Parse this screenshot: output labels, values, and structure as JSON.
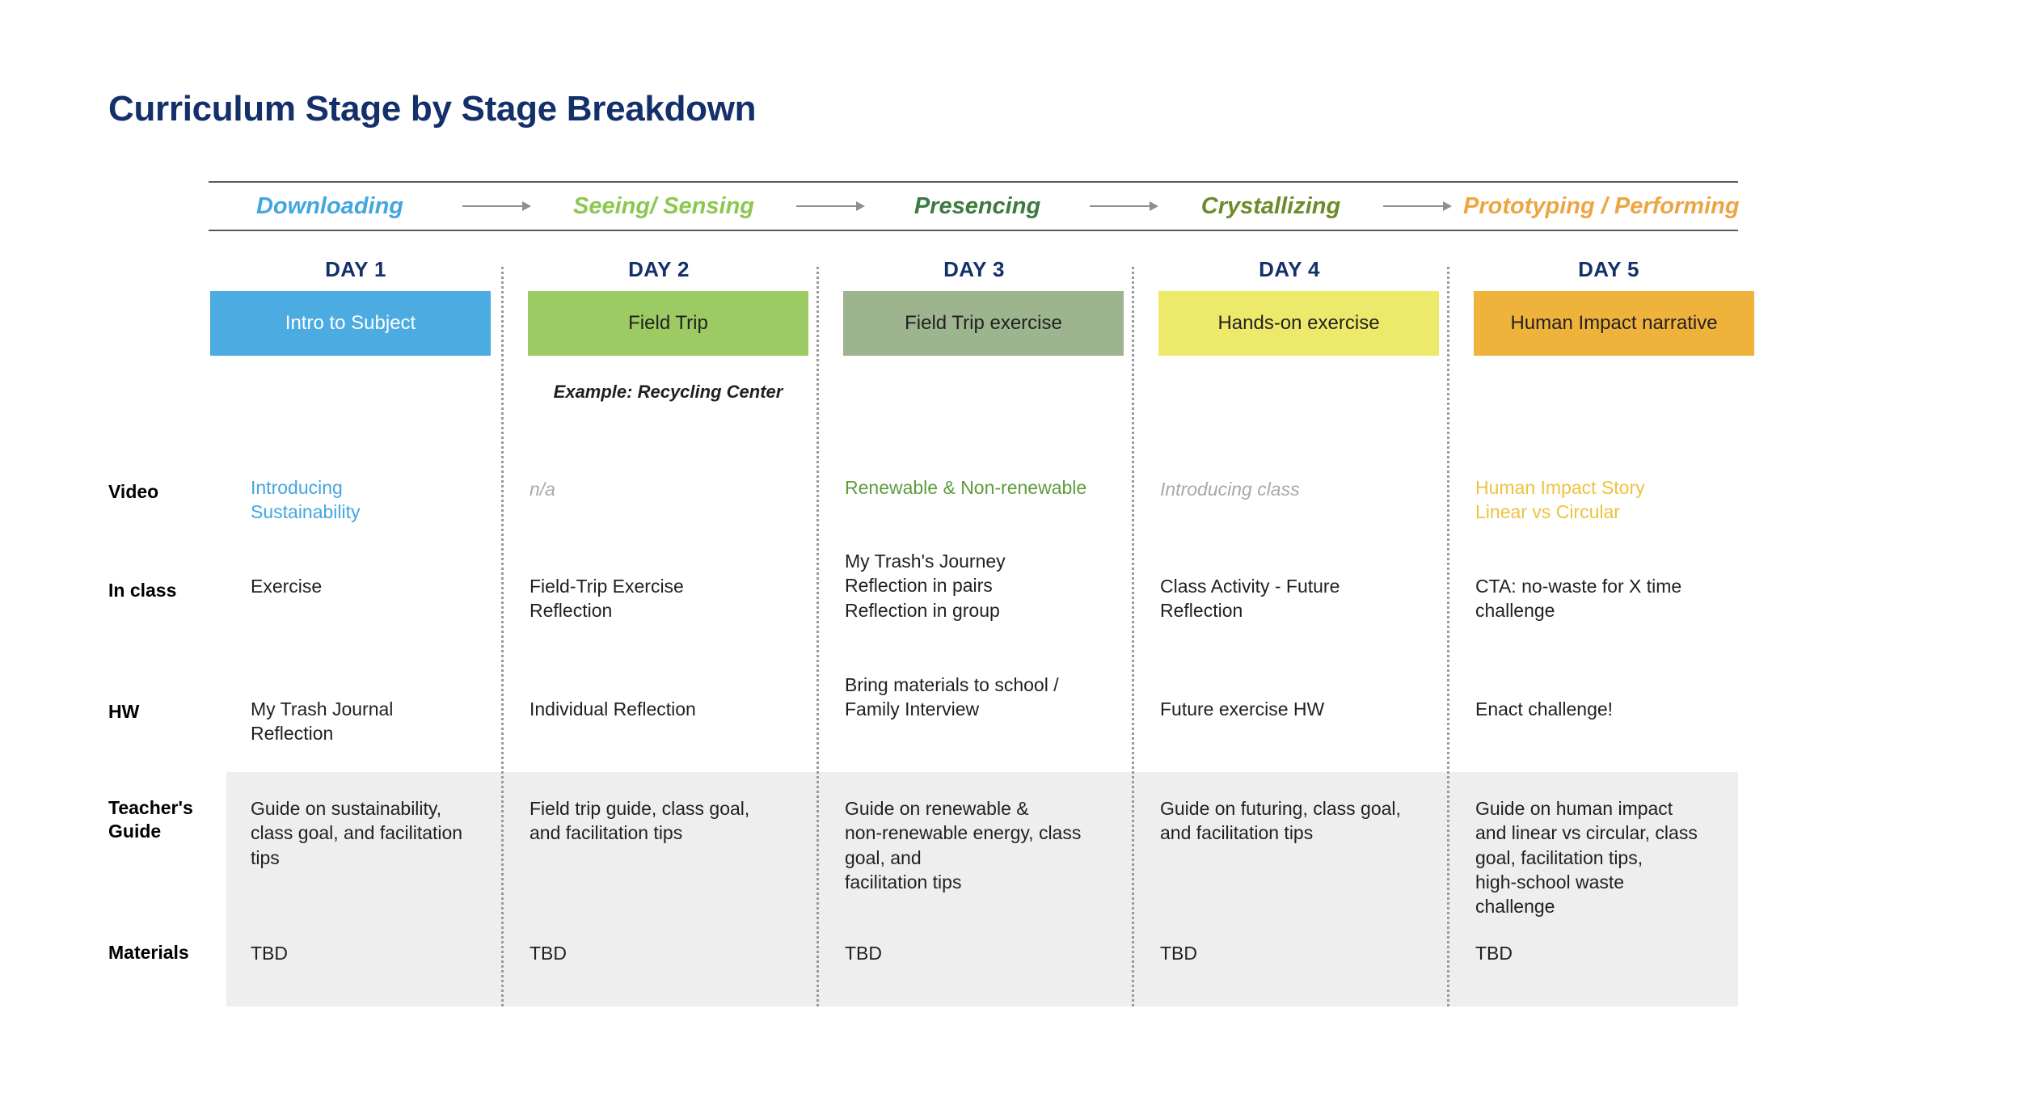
{
  "page_title": "Curriculum Stage by Stage Breakdown",
  "colors": {
    "title_navy": "#14306b",
    "downloading": "#43a6e0",
    "seeing_sensing": "#8cc751",
    "presencing": "#3c7a3f",
    "crystallizing": "#6f8a2a",
    "prototyping": "#eda544",
    "day1_box": "#4cabe0",
    "day2_box": "#9bcb62",
    "day3_box": "#9cb58f",
    "day4_box": "#ede96b",
    "day5_box": "#efb33c",
    "gray_band": "#eeeeee",
    "muted_text": "#a9a9a9",
    "rule": "#5a5a5a",
    "arrow": "#8f8f8f"
  },
  "stages": [
    {
      "label": "Downloading",
      "color": "#43a6e0"
    },
    {
      "label": "Seeing/ Sensing",
      "color": "#8cc751"
    },
    {
      "label": "Presencing",
      "color": "#3c7a3f"
    },
    {
      "label": "Crystallizing",
      "color": "#6f8a2a"
    },
    {
      "label": "Prototyping / Performing",
      "color": "#eda544"
    }
  ],
  "days": [
    {
      "label": "DAY 1",
      "box_title": "Intro to Subject",
      "box_color": "#4cabe0",
      "box_text_color": "#ffffff",
      "note": ""
    },
    {
      "label": "DAY 2",
      "box_title": "Field Trip",
      "box_color": "#9bcb62",
      "box_text_color": "#231f20",
      "note": "Example: Recycling Center"
    },
    {
      "label": "DAY 3",
      "box_title": "Field Trip exercise",
      "box_color": "#9cb58f",
      "box_text_color": "#231f20",
      "note": ""
    },
    {
      "label": "DAY 4",
      "box_title": "Hands-on exercise",
      "box_color": "#ede96b",
      "box_text_color": "#231f20",
      "note": ""
    },
    {
      "label": "DAY 5",
      "box_title": "Human Impact narrative",
      "box_color": "#efb33c",
      "box_text_color": "#231f20",
      "note": ""
    }
  ],
  "rows": [
    {
      "label": "Video"
    },
    {
      "label": "In class"
    },
    {
      "label": "HW"
    },
    {
      "label": "Teacher's\nGuide"
    },
    {
      "label": "Materials"
    }
  ],
  "cells": {
    "video": [
      {
        "text": "Introducing\nSustainability",
        "color": "#43a6e0",
        "muted": false
      },
      {
        "text": "n/a",
        "color": "#a9a9a9",
        "muted": true
      },
      {
        "text": "Renewable & Non-renewable",
        "color": "#5e9c3c",
        "muted": false
      },
      {
        "text": "Introducing class",
        "color": "#a9a9a9",
        "muted": true
      },
      {
        "text": "Human Impact Story\nLinear vs Circular",
        "color": "#eec23f",
        "muted": false
      }
    ],
    "in_class": [
      {
        "text": "Exercise"
      },
      {
        "text": "Field-Trip Exercise\nReflection"
      },
      {
        "text": "My Trash's Journey\nReflection in pairs\nReflection in group"
      },
      {
        "text": "Class Activity - Future\nReflection"
      },
      {
        "text": "CTA: no-waste for X time\nchallenge"
      }
    ],
    "hw": [
      {
        "text": "My Trash Journal\nReflection"
      },
      {
        "text": "Individual Reflection"
      },
      {
        "text": "Bring materials  to school /\nFamily Interview"
      },
      {
        "text": "Future exercise HW"
      },
      {
        "text": "Enact challenge!"
      }
    ],
    "teachers_guide": [
      {
        "text": "Guide on sustainability,\nclass goal, and facilitation\ntips"
      },
      {
        "text": "Field trip guide, class goal,\nand facilitation tips"
      },
      {
        "text": "Guide on renewable &\nnon-renewable energy, class\ngoal, and\nfacilitation tips"
      },
      {
        "text": "Guide on futuring, class goal,\nand facilitation tips"
      },
      {
        "text": "Guide on human impact\nand linear vs circular, class\ngoal, facilitation tips,\nhigh-school waste\nchallenge"
      }
    ],
    "materials": [
      {
        "text": "TBD"
      },
      {
        "text": "TBD"
      },
      {
        "text": "TBD"
      },
      {
        "text": "TBD"
      },
      {
        "text": "TBD"
      }
    ]
  }
}
